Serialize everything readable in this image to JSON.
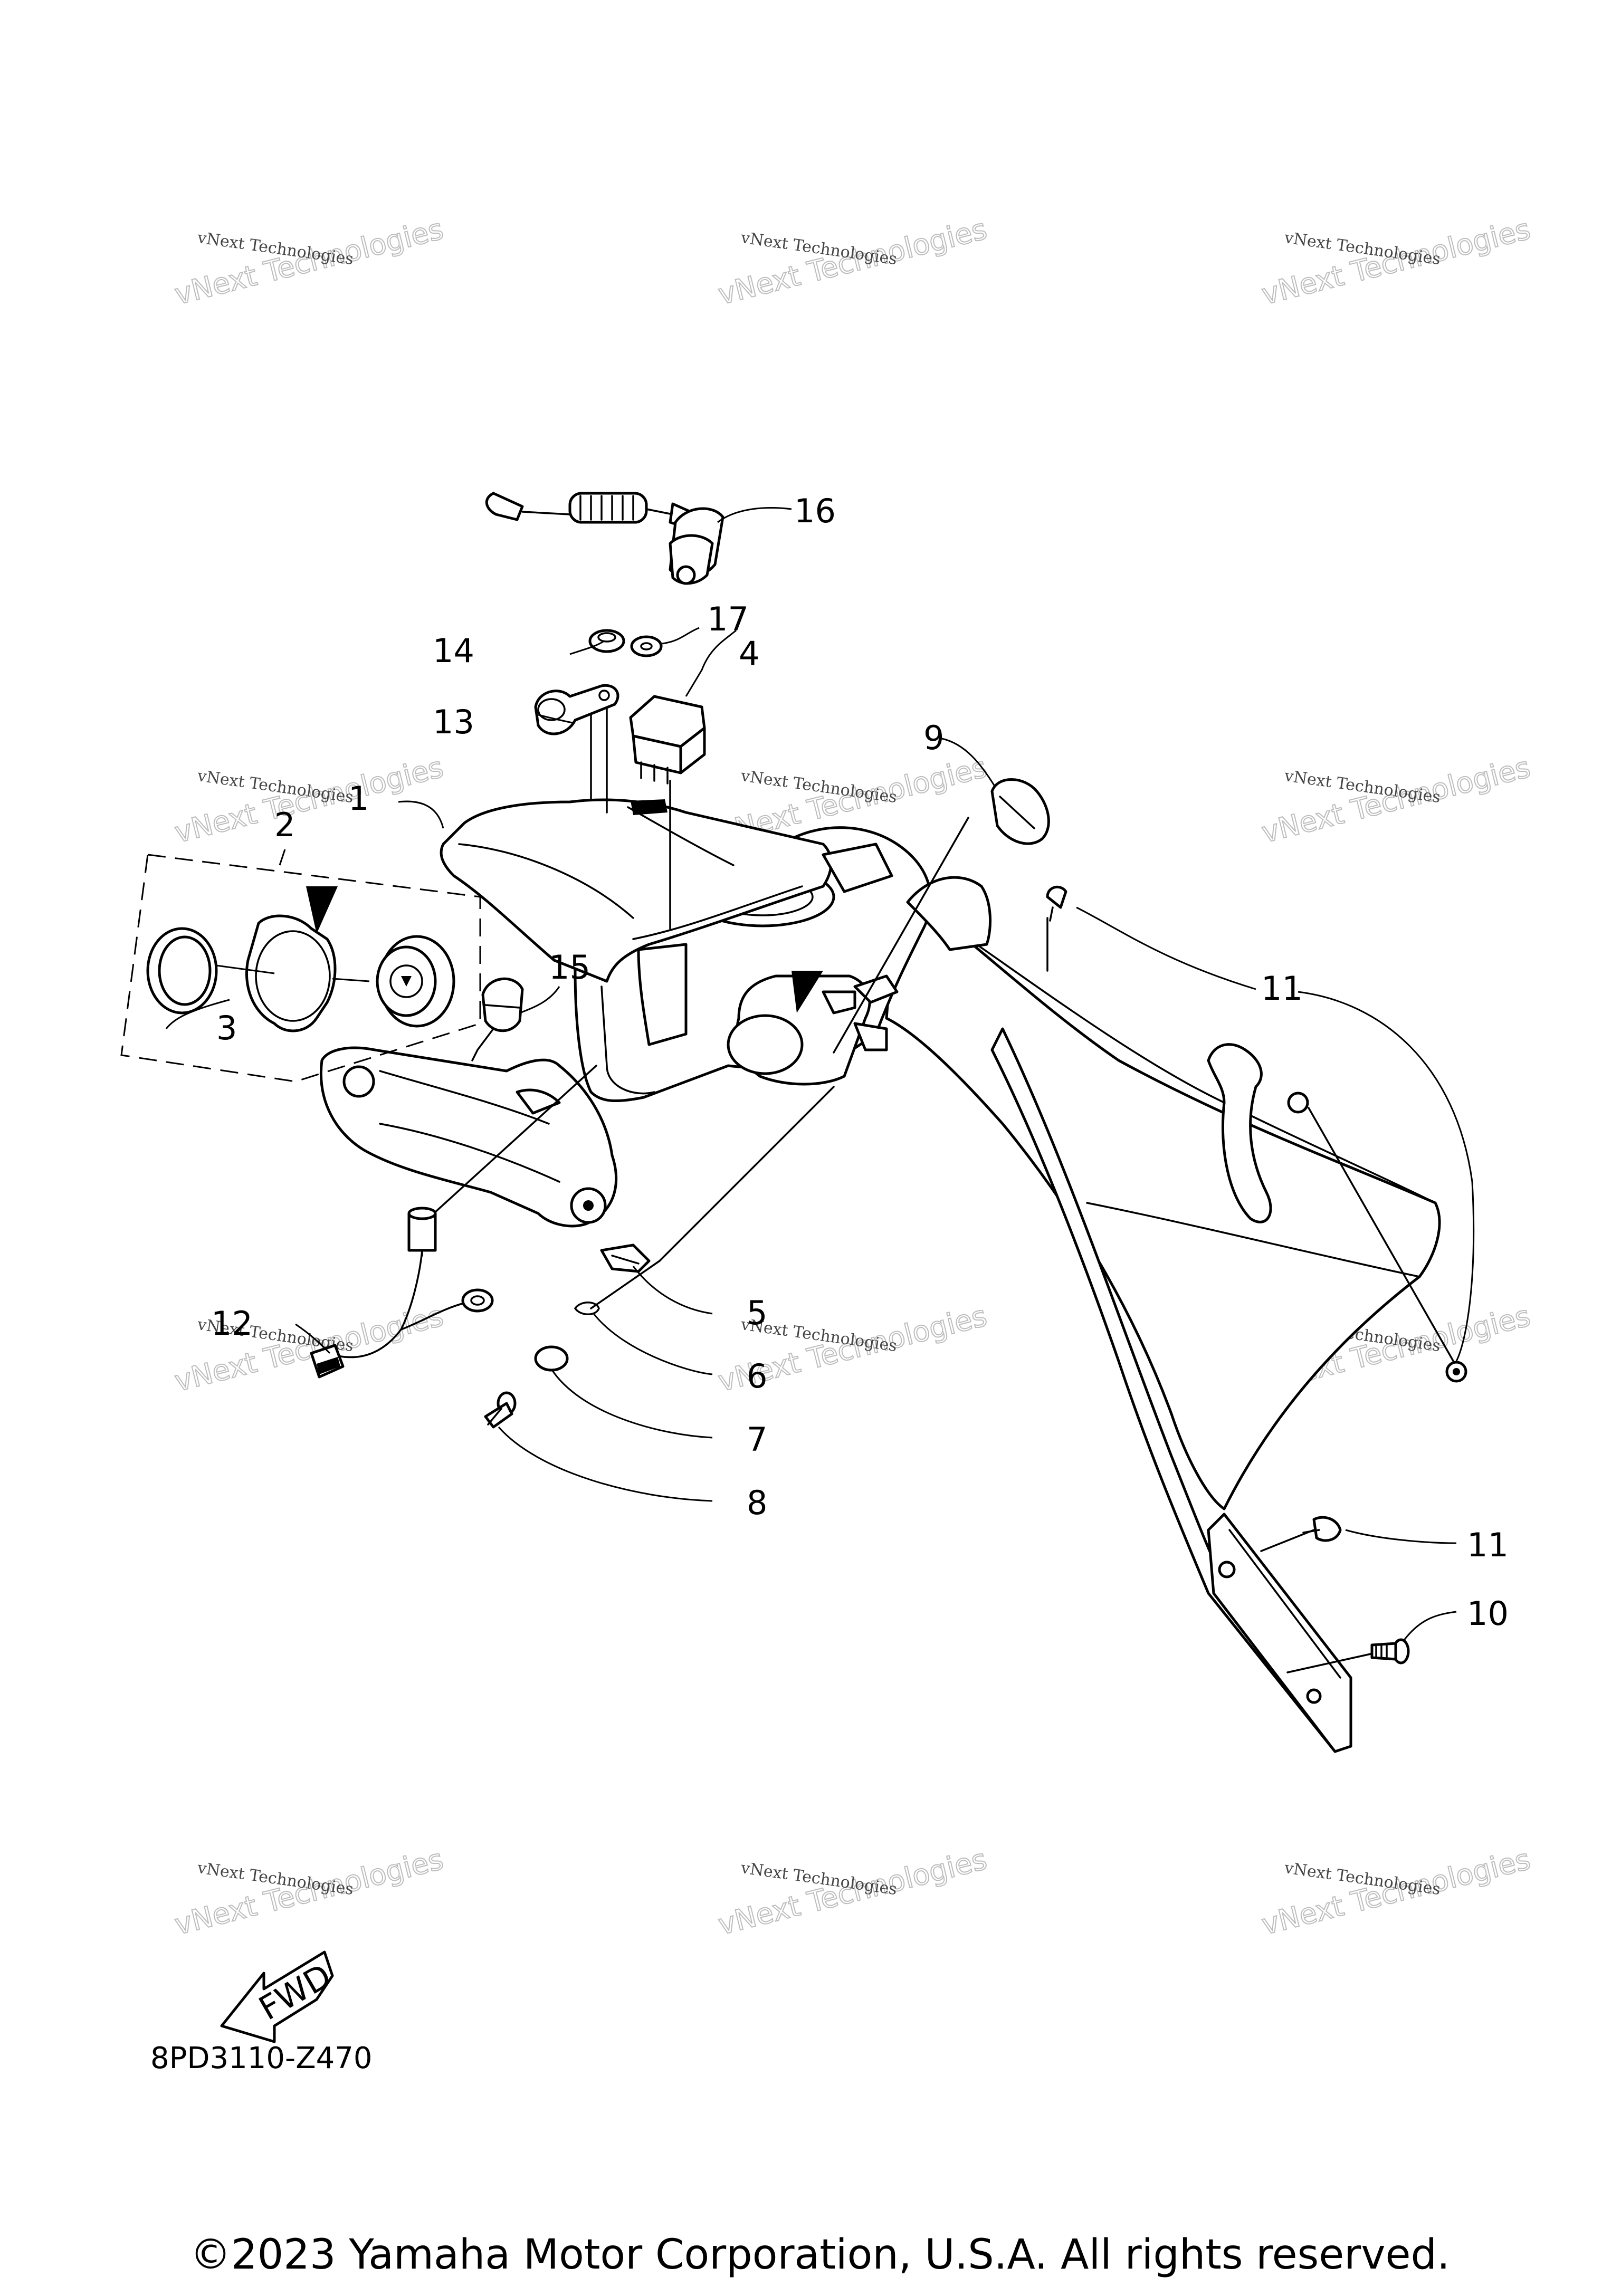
{
  "diagram": {
    "callouts": [
      {
        "id": "c1",
        "label": "1"
      },
      {
        "id": "c2",
        "label": "2"
      },
      {
        "id": "c3",
        "label": "3"
      },
      {
        "id": "c4",
        "label": "4"
      },
      {
        "id": "c5",
        "label": "5"
      },
      {
        "id": "c6",
        "label": "6"
      },
      {
        "id": "c7",
        "label": "7"
      },
      {
        "id": "c8",
        "label": "8"
      },
      {
        "id": "c9",
        "label": "9"
      },
      {
        "id": "c10",
        "label": "10"
      },
      {
        "id": "c11a",
        "label": "11"
      },
      {
        "id": "c11b",
        "label": "11"
      },
      {
        "id": "c12",
        "label": "12"
      },
      {
        "id": "c13",
        "label": "13"
      },
      {
        "id": "c14",
        "label": "14"
      },
      {
        "id": "c15",
        "label": "15"
      },
      {
        "id": "c16",
        "label": "16"
      },
      {
        "id": "c17",
        "label": "17"
      }
    ],
    "fwd_arrow_text": "FWD",
    "drawing_code": "8PD3110-Z470",
    "copyright": "©2023 Yamaha Motor Corporation, U.S.A. All rights reserved.",
    "watermark": {
      "line1": "vNext Technologies",
      "line2": "vNext Technologies"
    }
  }
}
